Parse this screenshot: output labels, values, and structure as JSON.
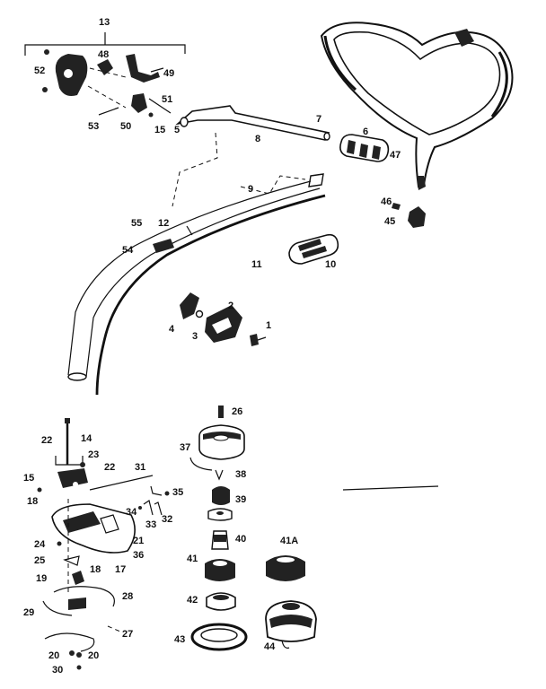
{
  "diagram": {
    "labels": {
      "p13": "13",
      "p52": "52",
      "p48a": "48",
      "p49": "49",
      "p51": "51",
      "p53": "53",
      "p50": "50",
      "p15a": "15",
      "p5": "5",
      "p8": "8",
      "p7": "7",
      "p6": "6",
      "p47": "47",
      "p46": "46",
      "p45": "45",
      "p9": "9",
      "p55": "55",
      "p12": "12",
      "p54": "54",
      "p11": "11",
      "p10": "10",
      "p2": "2",
      "p4": "4",
      "p3": "3",
      "p1": "1",
      "p26": "26",
      "p37": "37",
      "p38": "38",
      "p39": "39",
      "p40": "40",
      "p41a": "41A",
      "p41": "41",
      "p42": "42",
      "p43": "43",
      "p44": "44",
      "p22a": "22",
      "p14": "14",
      "p23": "23",
      "p22b": "22",
      "p31": "31",
      "p15b": "15",
      "p18a": "18",
      "p35": "35",
      "p34": "34",
      "p33": "33",
      "p32": "32",
      "p24": "24",
      "p21": "21",
      "p36": "36",
      "p25": "25",
      "p18b": "18",
      "p17": "17",
      "p19": "19",
      "p28": "28",
      "p29": "29",
      "p27": "27",
      "p20a": "20",
      "p20b": "20",
      "p30": "30"
    }
  }
}
